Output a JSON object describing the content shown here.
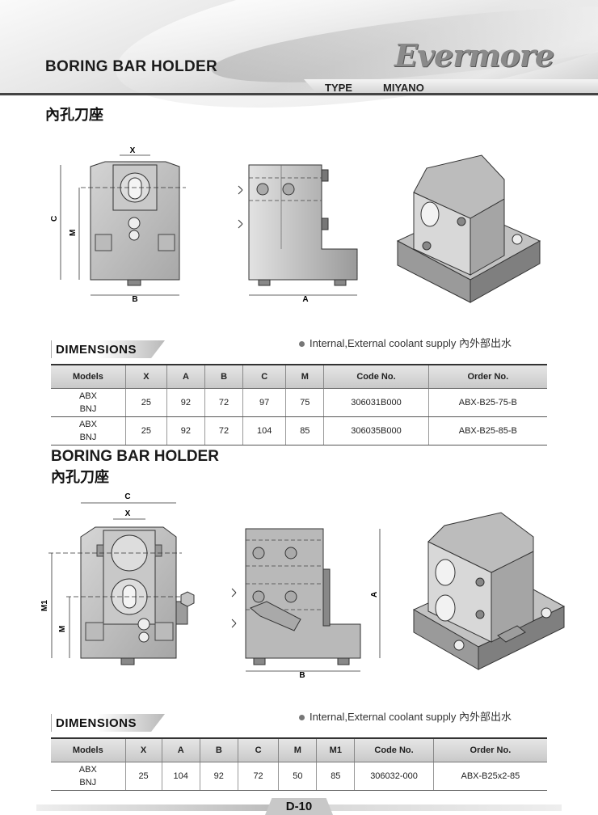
{
  "header": {
    "title": "BORING BAR HOLDER",
    "brand": "Evermore",
    "type_label": "TYPE",
    "type_value": "MIYANO"
  },
  "section1": {
    "cn_title": "內孔刀座",
    "dims_label": "DIMENSIONS",
    "note": "Internal,External coolant supply 內外部出水",
    "drawing_labels": {
      "x": "X",
      "c": "C",
      "m": "M",
      "b": "B",
      "a": "A"
    },
    "table": {
      "headers": [
        "Models",
        "X",
        "A",
        "B",
        "C",
        "M",
        "Code No.",
        "Order No."
      ],
      "rows": [
        {
          "model_1": "ABX",
          "model_2": "BNJ",
          "x": "25",
          "a": "92",
          "b": "72",
          "c": "97",
          "m": "75",
          "code": "306031B000",
          "order": "ABX-B25-75-B"
        },
        {
          "model_1": "ABX",
          "model_2": "BNJ",
          "x": "25",
          "a": "92",
          "b": "72",
          "c": "104",
          "m": "85",
          "code": "306035B000",
          "order": "ABX-B25-85-B"
        }
      ]
    }
  },
  "section2": {
    "title": "BORING BAR HOLDER",
    "cn_title": "內孔刀座",
    "dims_label": "DIMENSIONS",
    "note": "Internal,External coolant supply 內外部出水",
    "drawing_labels": {
      "c": "C",
      "x": "X",
      "m1": "M1",
      "m": "M",
      "a": "A",
      "b": "B"
    },
    "table": {
      "headers": [
        "Models",
        "X",
        "A",
        "B",
        "C",
        "M",
        "M1",
        "Code No.",
        "Order No."
      ],
      "rows": [
        {
          "model_1": "ABX",
          "model_2": "BNJ",
          "x": "25",
          "a": "104",
          "b": "92",
          "c": "72",
          "m": "50",
          "m1": "85",
          "code": "306032-000",
          "order": "ABX-B25x2-85"
        }
      ]
    }
  },
  "footer": {
    "page": "D-10"
  }
}
